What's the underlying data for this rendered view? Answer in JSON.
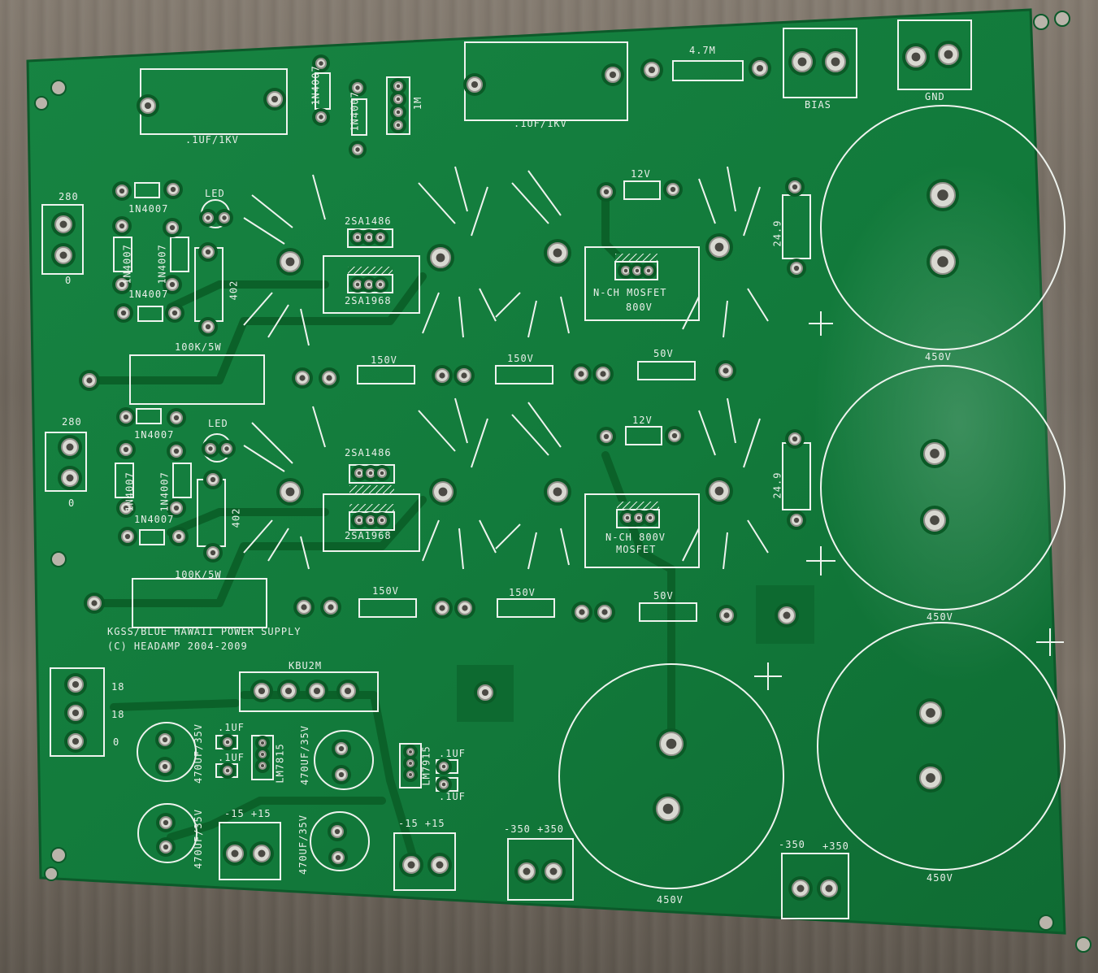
{
  "colors": {
    "wood": "#73695f",
    "pcb": "#147a3a",
    "pcb_dark": "#0f6a31",
    "silkscreen": "#eef3ee",
    "pad": "#d9d9d2"
  },
  "labels": {
    "cap_left": ".1UF/1KV",
    "cap_mid": ".1UF/1KV",
    "diode_v1": "1N4007",
    "diode_v2": "1N4007",
    "pot": "1M",
    "res_47m": "4.7M",
    "bias": "BIAS",
    "gnd": "GND",
    "ch1_280": "280",
    "ch1_0": "0",
    "ch1_d1": "1N4007",
    "ch1_d2": "1N4007",
    "ch1_d3": "1N4007",
    "ch1_d4": "1N4007",
    "ch1_led": "LED",
    "ch1_402": "402",
    "ch1_2sa1486": "2SA1486",
    "ch1_2sa1968": "2SA1968",
    "ch1_12v": "12V",
    "ch1_mosfet": "N-CH MOSFET",
    "ch1_800v": "800V",
    "ch1_249": "24.9",
    "ch1_100k": "100K/5W",
    "ch1_150a": "150V",
    "ch1_150b": "150V",
    "ch1_50": "50V",
    "cap1_450": "450V",
    "ch2_280": "280",
    "ch2_0": "0",
    "ch2_d1": "1N4007",
    "ch2_d2": "1N4007",
    "ch2_d3": "1N4007",
    "ch2_d4": "1N4007",
    "ch2_led": "LED",
    "ch2_402": "402",
    "ch2_2sa1486": "2SA1486",
    "ch2_2sa1968": "2SA1968",
    "ch2_12v": "12V",
    "ch2_mosfet1": "N-CH 800V",
    "ch2_mosfet2": "MOSFET",
    "ch2_249": "24.9",
    "ch2_100k": "100K/5W",
    "ch2_150a": "150V",
    "ch2_150b": "150V",
    "ch2_50": "50V",
    "cap2_450": "450V",
    "title1": "KGSS/BLUE HAWAII POWER SUPPLY",
    "title2": "(C) HEADAMP 2004-2009",
    "kbu": "KBU2M",
    "t18a": "18",
    "t18b": "18",
    "t0": "0",
    "c470a": "470UF/35V",
    "c470b": "470UF/35V",
    "c470c": "470UF/35V",
    "c470d": "470UF/35V",
    "c1uf_a": ".1UF",
    "c1uf_b": ".1UF",
    "c1uf_c": ".1UF",
    "c1uf_d": ".1UF",
    "lm7815": "LM7815",
    "lm7915": "LM7915",
    "pm15_a": "-15 +15",
    "pm15_b": "-15 +15",
    "pm350_a": "-350 +350",
    "pm350_b_minus": "-350",
    "pm350_b_plus": "+350",
    "cap3_450": "450V",
    "cap4_450": "450V"
  }
}
